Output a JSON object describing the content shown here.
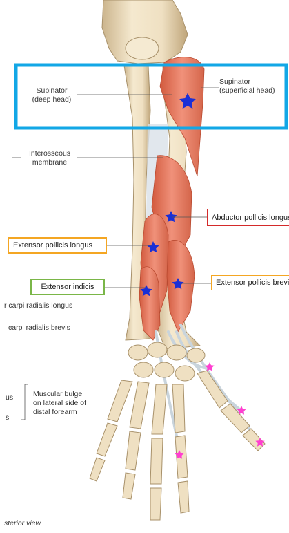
{
  "labels": {
    "supinator_deep": [
      "Supinator",
      "(deep head)"
    ],
    "supinator_superficial": [
      "Supinator",
      "(superficial head)"
    ],
    "interosseous": [
      "Interosseous",
      "membrane"
    ],
    "abductor_pollicis_longus": "Abductor pollicis longus",
    "extensor_pollicis_longus": "Extensor pollicis longus",
    "extensor_pollicis_brevis": "Extensor pollicis brevis",
    "extensor_indicis": "Extensor indicis",
    "ext_carpi_radialis_longus": "r carpi radialis longus",
    "ext_carpi_radialis_brevis": "carpi radialis brevis",
    "muscular_bulge": [
      "Muscular bulge",
      "on lateral side of",
      "distal forearm"
    ],
    "left_fragment_1": "us",
    "left_fragment_2": "s",
    "view": "sterior view"
  },
  "colors": {
    "highlight_blue": "#12a7e6",
    "box_red": "#d42a2a",
    "box_orange": "#f4a623",
    "box_green": "#7ab648",
    "muscle": "#e8795a",
    "bone": "#efe0c2",
    "tendon": "#c9d4dc",
    "star_blue": "#1a2fd6",
    "star_pink": "#ff3fd0"
  }
}
